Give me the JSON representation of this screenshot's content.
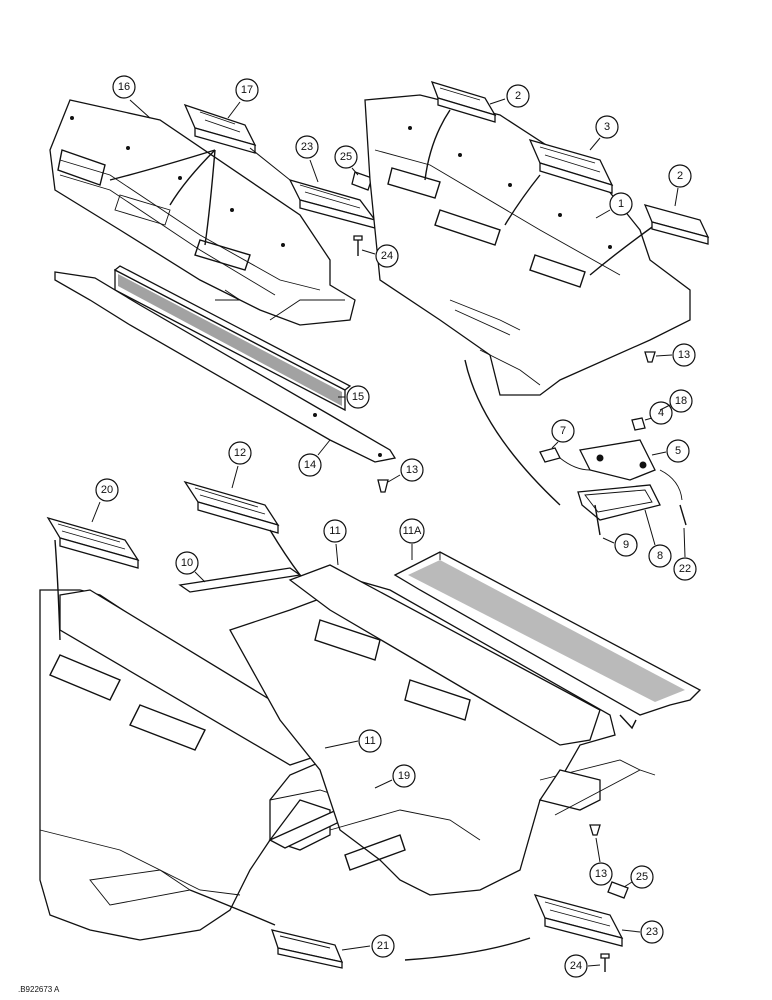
{
  "drawing_id": ".B922673 A",
  "callouts": [
    {
      "id": "c16",
      "label": "16"
    },
    {
      "id": "c17",
      "label": "17"
    },
    {
      "id": "c23a",
      "label": "23"
    },
    {
      "id": "c25a",
      "label": "25"
    },
    {
      "id": "c24a",
      "label": "24"
    },
    {
      "id": "c15",
      "label": "15"
    },
    {
      "id": "c14",
      "label": "14"
    },
    {
      "id": "c13a",
      "label": "13"
    },
    {
      "id": "c2a",
      "label": "2"
    },
    {
      "id": "c3",
      "label": "3"
    },
    {
      "id": "c2b",
      "label": "2"
    },
    {
      "id": "c1",
      "label": "1"
    },
    {
      "id": "c13b",
      "label": "13"
    },
    {
      "id": "c7",
      "label": "7"
    },
    {
      "id": "c4",
      "label": "4"
    },
    {
      "id": "c18",
      "label": "18"
    },
    {
      "id": "c5",
      "label": "5"
    },
    {
      "id": "c9",
      "label": "9"
    },
    {
      "id": "c8",
      "label": "8"
    },
    {
      "id": "c22",
      "label": "22"
    },
    {
      "id": "c12",
      "label": "12"
    },
    {
      "id": "c20",
      "label": "20"
    },
    {
      "id": "c10",
      "label": "10"
    },
    {
      "id": "c11a",
      "label": "11"
    },
    {
      "id": "c11A",
      "label": "11A"
    },
    {
      "id": "c11b",
      "label": "11"
    },
    {
      "id": "c19",
      "label": "19"
    },
    {
      "id": "c13c",
      "label": "13"
    },
    {
      "id": "c25b",
      "label": "25"
    },
    {
      "id": "c23b",
      "label": "23"
    },
    {
      "id": "c21",
      "label": "21"
    },
    {
      "id": "c24b",
      "label": "24"
    }
  ]
}
